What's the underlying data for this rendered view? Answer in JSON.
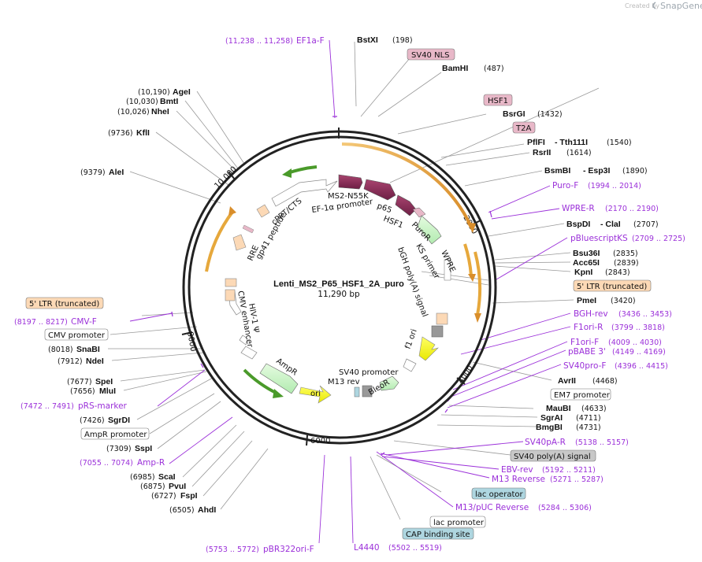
{
  "credit": {
    "prefix": "Created by",
    "brand": "SnapGene"
  },
  "plasmid": {
    "name": "Lenti_MS2_P65_HSF1_2A_puro",
    "size": "11,290 bp"
  },
  "ticks": [
    "2000",
    "4000",
    "6000",
    "8000",
    "10,000"
  ],
  "enzymes": [
    {
      "name": "BstXI",
      "pos": "(198)"
    },
    {
      "name": "BamHI",
      "pos": "(487)"
    },
    {
      "name": "BsrGI",
      "pos": "(1432)"
    },
    {
      "name": "PflFI",
      "pos": "(1540)",
      "extra": "- Tth111I"
    },
    {
      "name": "RsrII",
      "pos": "(1614)"
    },
    {
      "name": "BsmBI",
      "pos": "(1890)",
      "extra": "- Esp3I"
    },
    {
      "name": "BspDI",
      "pos": "(2707)",
      "extra": "- ClaI"
    },
    {
      "name": "Bsu36I",
      "pos": "(2835)"
    },
    {
      "name": "Acc65I",
      "pos": "(2839)"
    },
    {
      "name": "KpnI",
      "pos": "(2843)"
    },
    {
      "name": "PmeI",
      "pos": "(3420)"
    },
    {
      "name": "AvrII",
      "pos": "(4468)"
    },
    {
      "name": "MauBI",
      "pos": "(4633)"
    },
    {
      "name": "SgrAI",
      "pos": "(4711)"
    },
    {
      "name": "BmgBI",
      "pos": "(4731)"
    },
    {
      "name": "AhdI",
      "pos": "(6505)"
    },
    {
      "name": "FspI",
      "pos": "(6727)"
    },
    {
      "name": "PvuI",
      "pos": "(6875)"
    },
    {
      "name": "ScaI",
      "pos": "(6985)"
    },
    {
      "name": "SspI",
      "pos": "(7309)"
    },
    {
      "name": "SgrDI",
      "pos": "(7426)"
    },
    {
      "name": "MluI",
      "pos": "(7656)"
    },
    {
      "name": "SpeI",
      "pos": "(7677)"
    },
    {
      "name": "NdeI",
      "pos": "(7912)"
    },
    {
      "name": "SnaBI",
      "pos": "(8018)"
    },
    {
      "name": "AleI",
      "pos": "(9379)"
    },
    {
      "name": "KflI",
      "pos": "(9736)"
    },
    {
      "name": "NheI",
      "pos": "(10,026)"
    },
    {
      "name": "BmtI",
      "pos": "(10,030)"
    },
    {
      "name": "AgeI",
      "pos": "(10,190)"
    }
  ],
  "primers": [
    {
      "name": "EF1a-F",
      "range": "(11,238 .. 11,258)"
    },
    {
      "name": "Puro-F",
      "range": "(1994 .. 2014)"
    },
    {
      "name": "WPRE-R",
      "range": "(2170 .. 2190)"
    },
    {
      "name": "pBluescriptKS",
      "range": "(2709 .. 2725)"
    },
    {
      "name": "BGH-rev",
      "range": "(3436 .. 3453)"
    },
    {
      "name": "F1ori-R",
      "range": "(3799 .. 3818)"
    },
    {
      "name": "F1ori-F",
      "range": "(4009 .. 4030)"
    },
    {
      "name": "pBABE 3'",
      "range": "(4149 .. 4169)"
    },
    {
      "name": "SV40pro-F",
      "range": "(4396 .. 4415)"
    },
    {
      "name": "SV40pA-R",
      "range": "(5138 .. 5157)"
    },
    {
      "name": "EBV-rev",
      "range": "(5192 .. 5211)"
    },
    {
      "name": "M13 Reverse",
      "range": "(5271 .. 5287)"
    },
    {
      "name": "M13/pUC Reverse",
      "range": "(5284 .. 5306)"
    },
    {
      "name": "L4440",
      "range": "(5502 .. 5519)"
    },
    {
      "name": "pBR322ori-F",
      "range": "(5753 .. 5772)"
    },
    {
      "name": "Amp-R",
      "range": "(7055 .. 7074)"
    },
    {
      "name": "pRS-marker",
      "range": "(7472 .. 7491)"
    },
    {
      "name": "CMV-F",
      "range": "(8197 .. 8217)"
    }
  ],
  "boxes": {
    "sv40nls": "SV40 NLS",
    "hsf1": "HSF1",
    "t2a": "T2A",
    "ltr_right": "5' LTR (truncated)",
    "em7": "EM7 promoter",
    "sv40polya": "SV40 poly(A) signal",
    "lacop": "lac operator",
    "lacpro": "lac promoter",
    "cap": "CAP binding site",
    "ampr_pro": "AmpR promoter",
    "cmv_pro": "CMV promoter",
    "ltr_left": "5' LTR (truncated)"
  },
  "features": {
    "ms2": "MS2-N55K",
    "p65": "p65",
    "hsf1": "HSF1",
    "ef1a": "EF-1α promoter",
    "cppt": "cPPT/CTS",
    "gp41": "gp41 peptide",
    "rre": "RRE",
    "puror": "PuroR",
    "ks": "KS primer",
    "wpre": "WPRE",
    "bgh": "bGH poly(A) signal",
    "f1": "f1 ori",
    "sv40pro": "SV40 promoter",
    "bleor": "BleoR",
    "m13rev": "M13 rev",
    "ori": "ori",
    "ampr": "AmpR",
    "hiv": "HIV-1 Ψ",
    "cmvenh": "CMV enhancer"
  },
  "colors": {
    "backbone": "#222222",
    "enzyme_line": "#999999",
    "primer": "#9b30d9",
    "cds_maroon": "#8e2c5c",
    "cds_green": "#ccf5c5",
    "ori_yellow": "#ffff00",
    "promoter_white": "#ffffff",
    "ltr_peach": "#fcd9b6",
    "orange_arc": "#e6a83c",
    "nls_pink": "#e8b8c8",
    "sv40pa_gray": "#c8c8c8",
    "lac_blue": "#aed6e0"
  }
}
